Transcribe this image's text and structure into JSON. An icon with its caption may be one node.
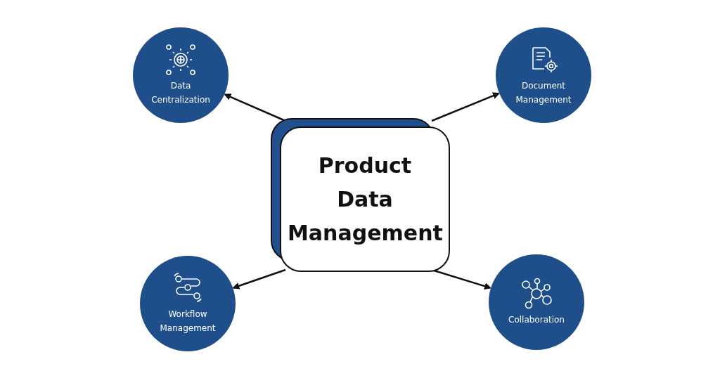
{
  "diagram": {
    "nodes": [
      {
        "text": [
          "Product Data Management"
        ]
      },
      {
        "text": [
          "Data Centralization"
        ]
      },
      {
        "text": [
          "Document Management"
        ]
      },
      {
        "text": [
          "Workflow Management"
        ]
      },
      {
        "text": [
          "Collaboration"
        ]
      }
    ],
    "edges": [
      {
        "from": 0,
        "to": 1,
        "arrow": "to"
      },
      {
        "from": 0,
        "to": 2,
        "arrow": "to"
      },
      {
        "from": 0,
        "to": 3,
        "arrow": "to"
      },
      {
        "from": 0,
        "to": 4,
        "arrow": "to"
      }
    ]
  }
}
